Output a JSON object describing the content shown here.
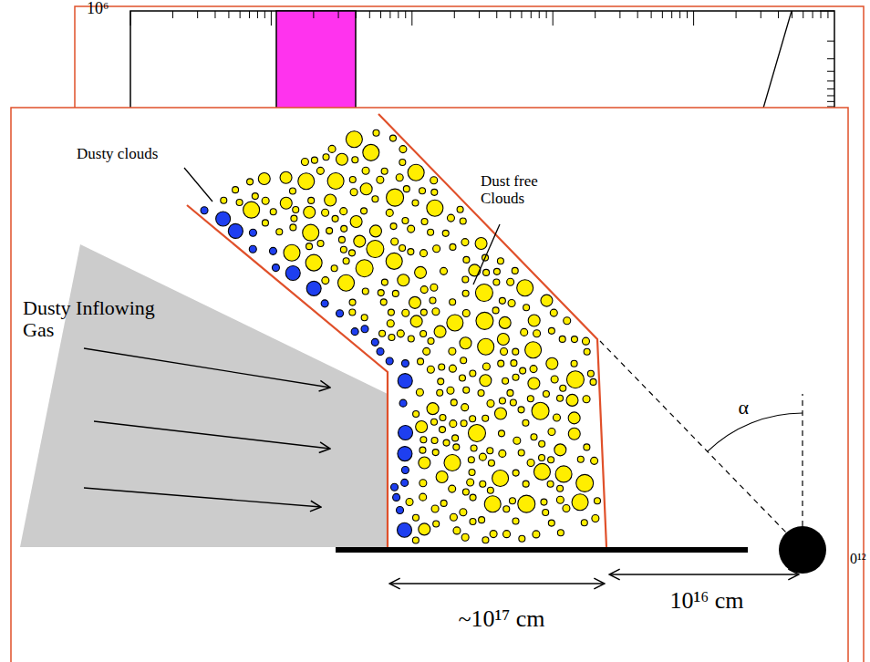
{
  "diagram": {
    "labels": [
      "10⁶",
      "Dusty clouds",
      "Dust free Clouds",
      "Dusty Inflowing Gas",
      "α",
      "~10¹⁷ cm",
      "10¹⁶ cm",
      "0¹²"
    ]
  }
}
